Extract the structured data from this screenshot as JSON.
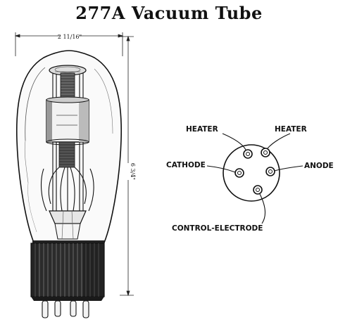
{
  "title": "277A Vacuum Tube",
  "dimensions": {
    "width": "2 11/16\"",
    "height": "6 3/4\""
  },
  "base_pins": {
    "heater_left": "HEATER",
    "heater_right": "HEATER",
    "cathode": "CATHODE",
    "anode": "ANODE",
    "control_electrode": "CONTROL-ELECTRODE"
  }
}
